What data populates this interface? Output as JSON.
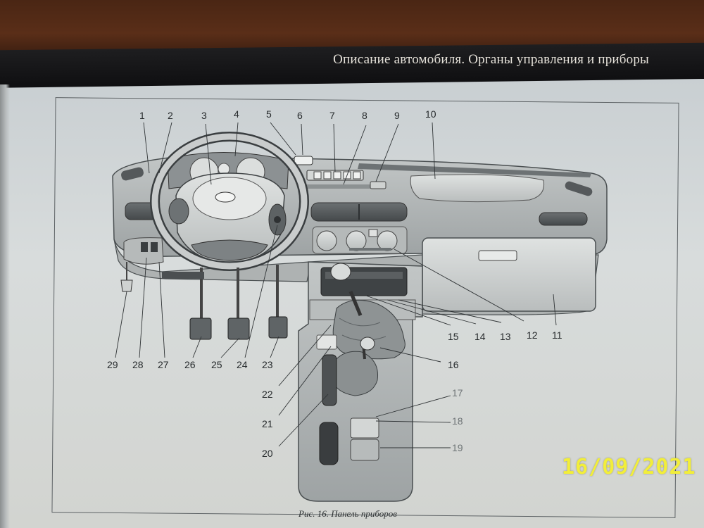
{
  "header": {
    "title": "Описание автомобиля. Органы управления и приборы"
  },
  "figure": {
    "caption": "Рис. 16. Панель приборов",
    "top_labels": [
      "1",
      "2",
      "3",
      "4",
      "5",
      "6",
      "7",
      "8",
      "9",
      "10"
    ],
    "bottom_labels": [
      "29",
      "28",
      "27",
      "26",
      "25",
      "24",
      "23"
    ],
    "right_labels": [
      "15",
      "14",
      "13",
      "12",
      "11",
      "16"
    ],
    "console_labels": [
      "22",
      "21",
      "20"
    ],
    "partial_labels": [
      "17",
      "18",
      "19"
    ]
  },
  "camera": {
    "date_stamp": "16/09/2021"
  },
  "colors": {
    "stamp": "#f2ee3a",
    "paper": "#d3d6d5",
    "ink": "#262a2c"
  }
}
